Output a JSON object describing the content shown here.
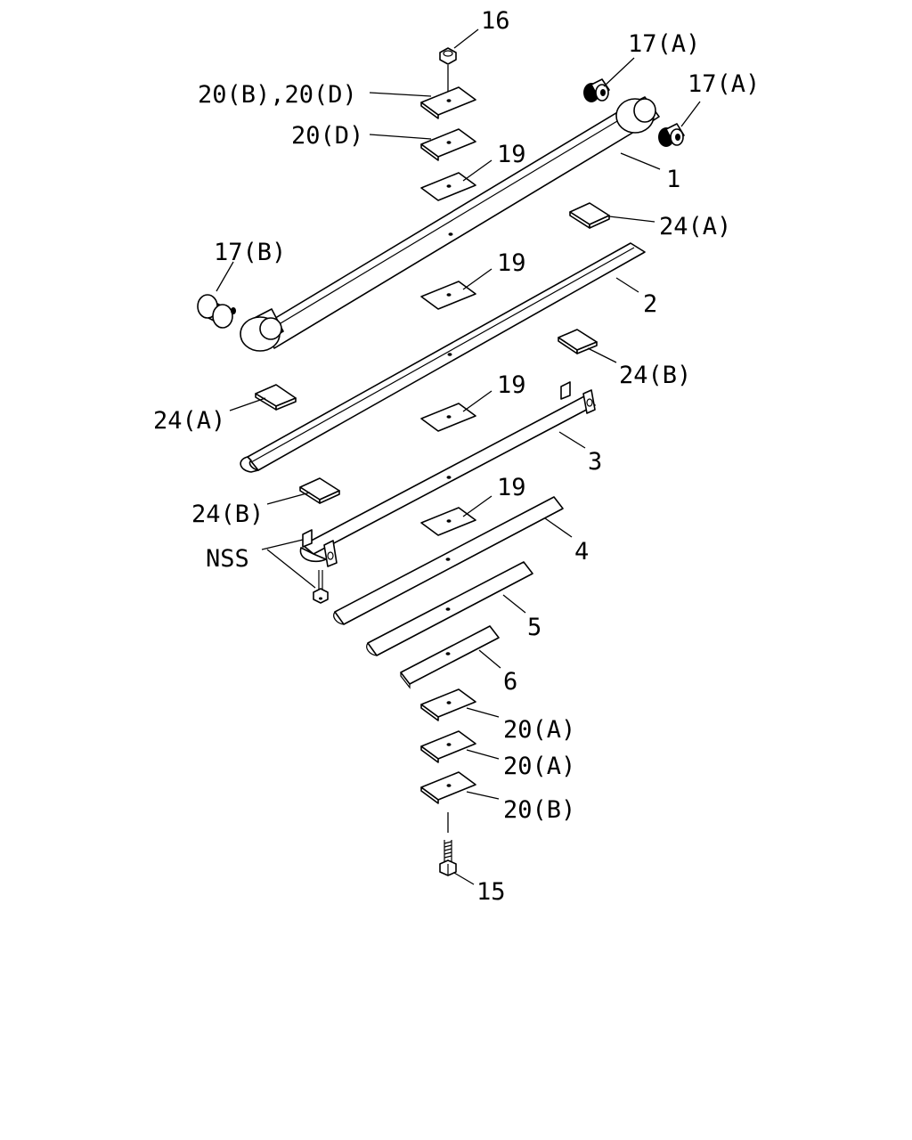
{
  "callouts": {
    "c16": "16",
    "c17a_1": "17(A)",
    "c17a_2": "17(A)",
    "c20bd": "20(B),20(D)",
    "c20d": "20(D)",
    "c19_1": "19",
    "c1": "1",
    "c24a_1": "24(A)",
    "c17b": "17(B)",
    "c19_2": "19",
    "c2": "2",
    "c24b_1": "24(B)",
    "c19_3": "19",
    "c24a_2": "24(A)",
    "c3": "3",
    "c24b_2": "24(B)",
    "c19_4": "19",
    "cnss": "NSS",
    "c4": "4",
    "c5": "5",
    "c6": "6",
    "c20a_1": "20(A)",
    "c20a_2": "20(A)",
    "c20b": "20(B)",
    "c15": "15"
  }
}
